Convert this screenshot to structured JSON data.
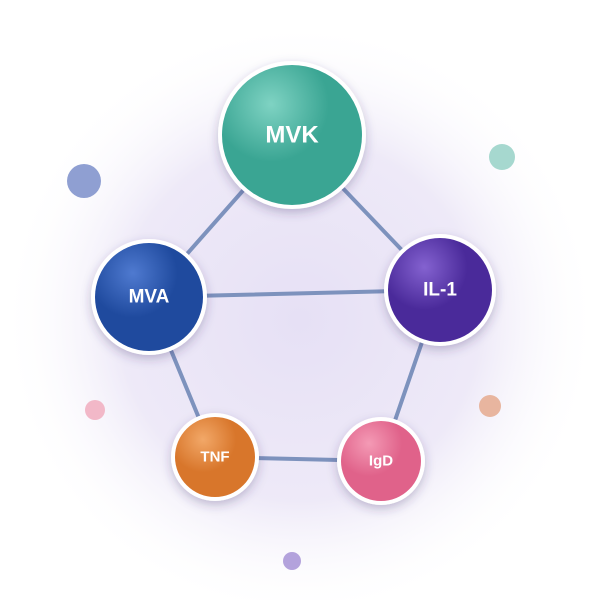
{
  "diagram": {
    "nodes": [
      {
        "id": "mvk",
        "label": "MVK",
        "color": "#3aa593",
        "highlight": "#7fd3c3"
      },
      {
        "id": "mva",
        "label": "MVA",
        "color": "#1f4a9e",
        "highlight": "#4f7ad0"
      },
      {
        "id": "il1",
        "label": "IL-1",
        "color": "#4a2a9a",
        "highlight": "#8462d0"
      },
      {
        "id": "tnf",
        "label": "TNF",
        "color": "#d8762b",
        "highlight": "#f2a868"
      },
      {
        "id": "igd",
        "label": "IgD",
        "color": "#e0628a",
        "highlight": "#f49ab5"
      }
    ],
    "edges": [
      {
        "from": "mvk",
        "to": "mva"
      },
      {
        "from": "mvk",
        "to": "il1"
      },
      {
        "from": "mva",
        "to": "il1"
      },
      {
        "from": "mva",
        "to": "tnf"
      },
      {
        "from": "il1",
        "to": "igd"
      },
      {
        "from": "tnf",
        "to": "igd"
      }
    ],
    "edge_color": "#7d92bd",
    "background_glow": "#e4def3",
    "decorative_dots": [
      {
        "name": "dot-blue",
        "color": "#8f9fd2"
      },
      {
        "name": "dot-teal",
        "color": "#a6d8cf"
      },
      {
        "name": "dot-pink",
        "color": "#f2b8c8"
      },
      {
        "name": "dot-peach",
        "color": "#e8b59f"
      },
      {
        "name": "dot-purple",
        "color": "#b3a2dc"
      }
    ]
  }
}
